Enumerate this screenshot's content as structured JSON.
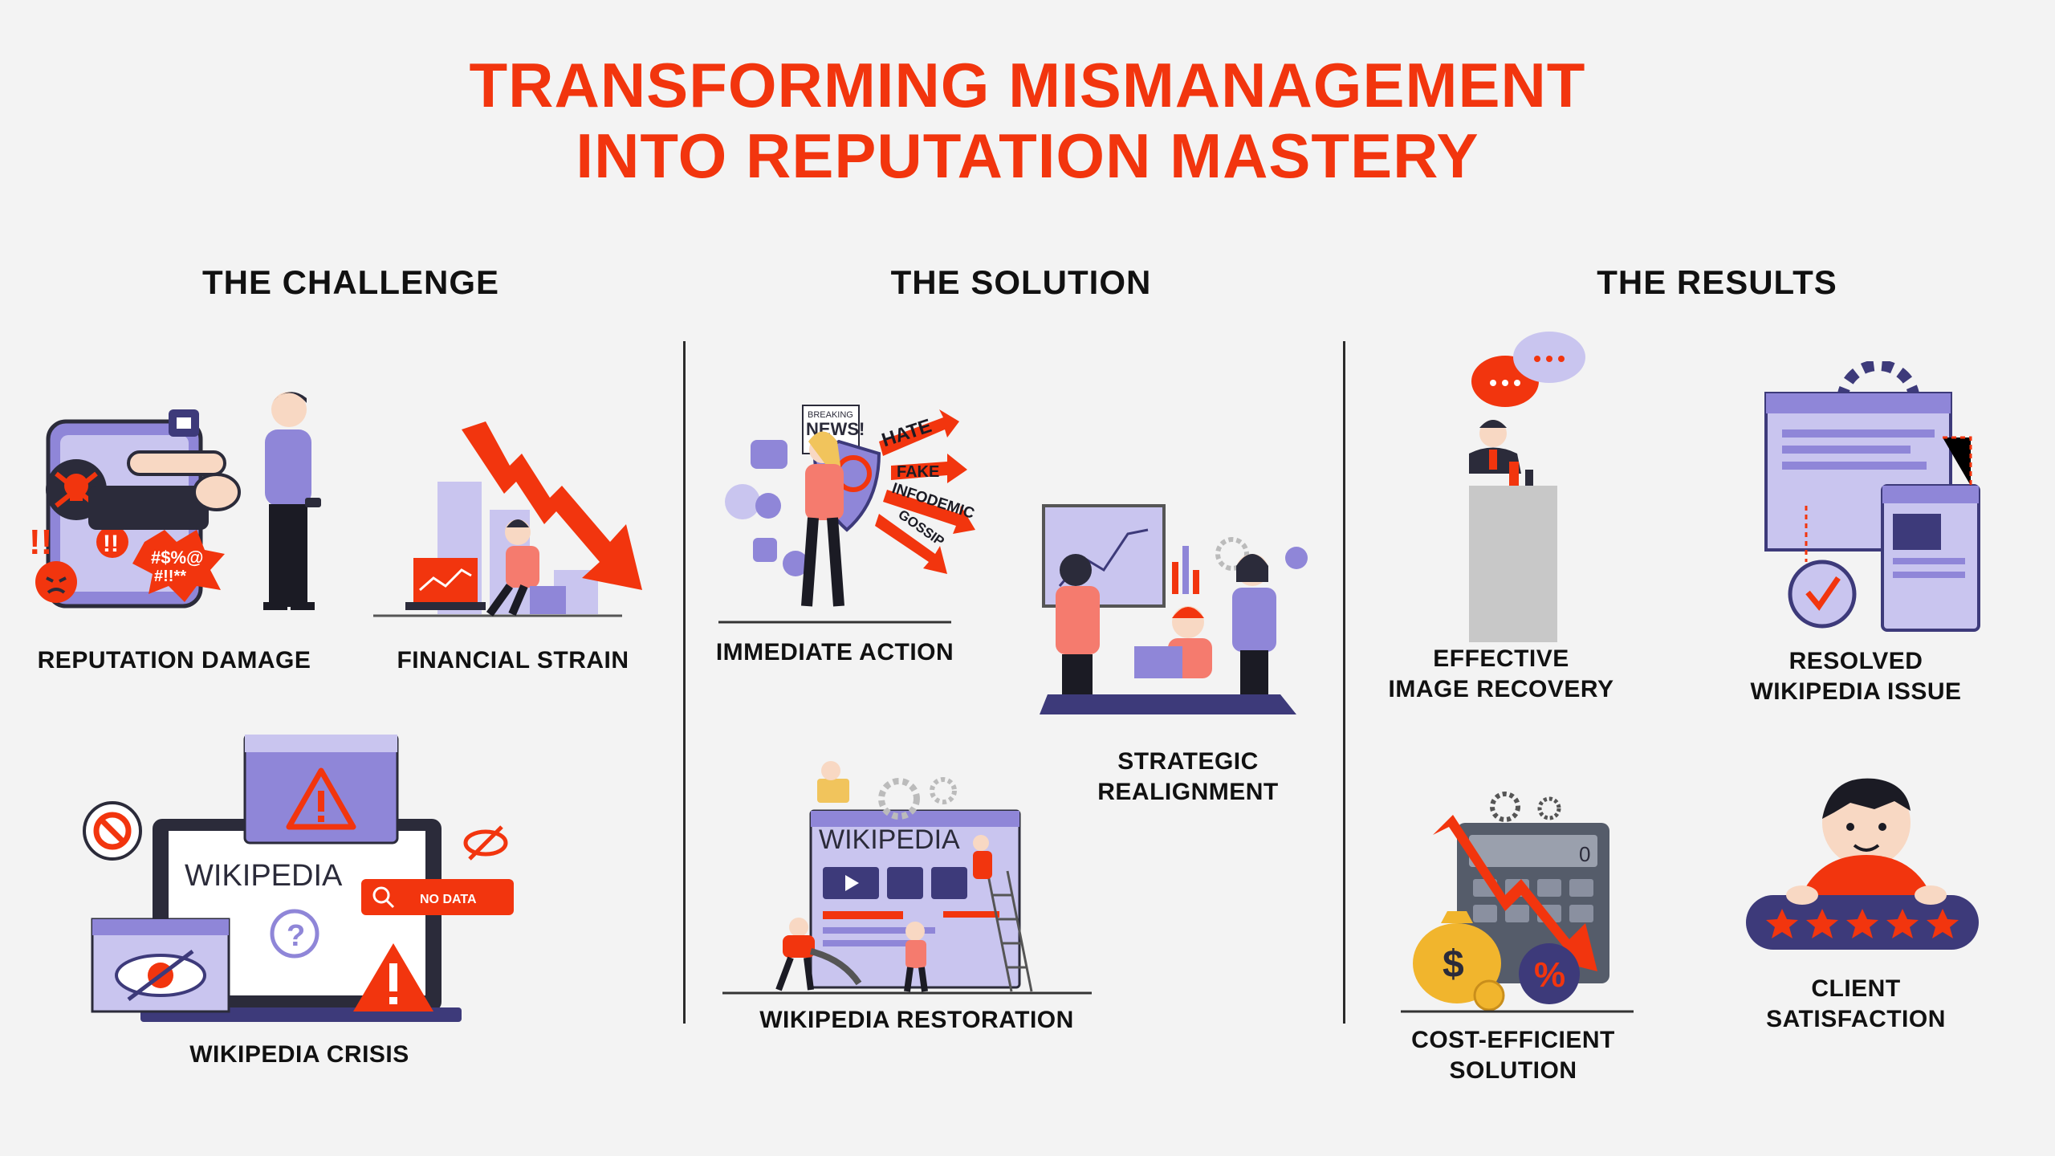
{
  "header": {
    "title_line1": "TRANSFORMING MISMANAGEMENT",
    "title_line2": "INTO REPUTATION MASTERY"
  },
  "columns": {
    "challenge": {
      "heading": "THE CHALLENGE",
      "items": [
        {
          "label": "REPUTATION DAMAGE"
        },
        {
          "label": "FINANCIAL STRAIN"
        },
        {
          "label": "WIKIPEDIA CRISIS"
        }
      ]
    },
    "solution": {
      "heading": "THE SOLUTION",
      "items": [
        {
          "label": "IMMEDIATE ACTION"
        },
        {
          "label_line1": "STRATEGIC",
          "label_line2": "REALIGNMENT"
        },
        {
          "label": "WIKIPEDIA RESTORATION"
        }
      ]
    },
    "results": {
      "heading": "THE RESULTS",
      "items": [
        {
          "label_line1": "EFFECTIVE",
          "label_line2": "IMAGE RECOVERY"
        },
        {
          "label_line1": "RESOLVED",
          "label_line2": "WIKIPEDIA ISSUE"
        },
        {
          "label_line1": "COST-EFFICIENT",
          "label_line2": "SOLUTION"
        },
        {
          "label_line1": "CLIENT",
          "label_line2": "SATISFACTION"
        }
      ]
    }
  },
  "illustration_text": {
    "curse": "#$%@",
    "curse2": "#!!**",
    "news": "NEWS!",
    "breaking": "BREAKING",
    "hate": "HATE",
    "fake": "FAKE",
    "infodemic": "INFODEMIC",
    "gossip": "GOSSIP",
    "wikipedia": "WIKIPEDIA",
    "no_data": "NO DATA",
    "question": "?",
    "dollar": "$",
    "percent": "%",
    "calc_display": "0"
  },
  "colors": {
    "accent": "#f2350e",
    "purple": "#8f86d8",
    "lavender": "#c9c5ef",
    "dark": "#2b2b3a"
  },
  "icons": [
    "skull-icon",
    "warning-icon",
    "eye-off-icon",
    "search-icon",
    "check-icon",
    "gear-icon",
    "star-icon",
    "chat-bubble-icon",
    "thumbs-down-icon"
  ]
}
